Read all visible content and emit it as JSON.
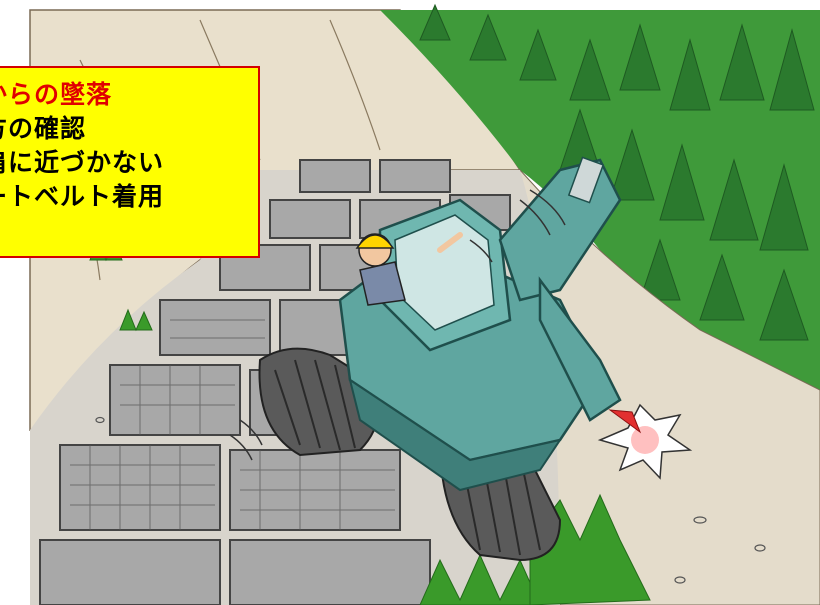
{
  "illustration": {
    "subject": "excavator-tipping-off-road-shoulder",
    "colors": {
      "sky": "#ffffff",
      "forest": "#3f9a3a",
      "forest_dark": "#236b25",
      "hillside": "#e8dfcf",
      "road": "#d9d6cf",
      "mats": "#9a9a9a",
      "excavator": "#5fa6a0",
      "excavator_dark": "#2f6e6a",
      "tracks": "#5a5a5a",
      "hardhat": "#ffd400",
      "impact": "#e23030"
    }
  },
  "caption": {
    "title": "からの墜落",
    "items": [
      "方の確認",
      "肩に近づかない",
      "ートベルト着用"
    ],
    "colors": {
      "background": "#ffff00",
      "border": "#d40000",
      "title_text": "#e00000",
      "item_text": "#000000"
    }
  }
}
